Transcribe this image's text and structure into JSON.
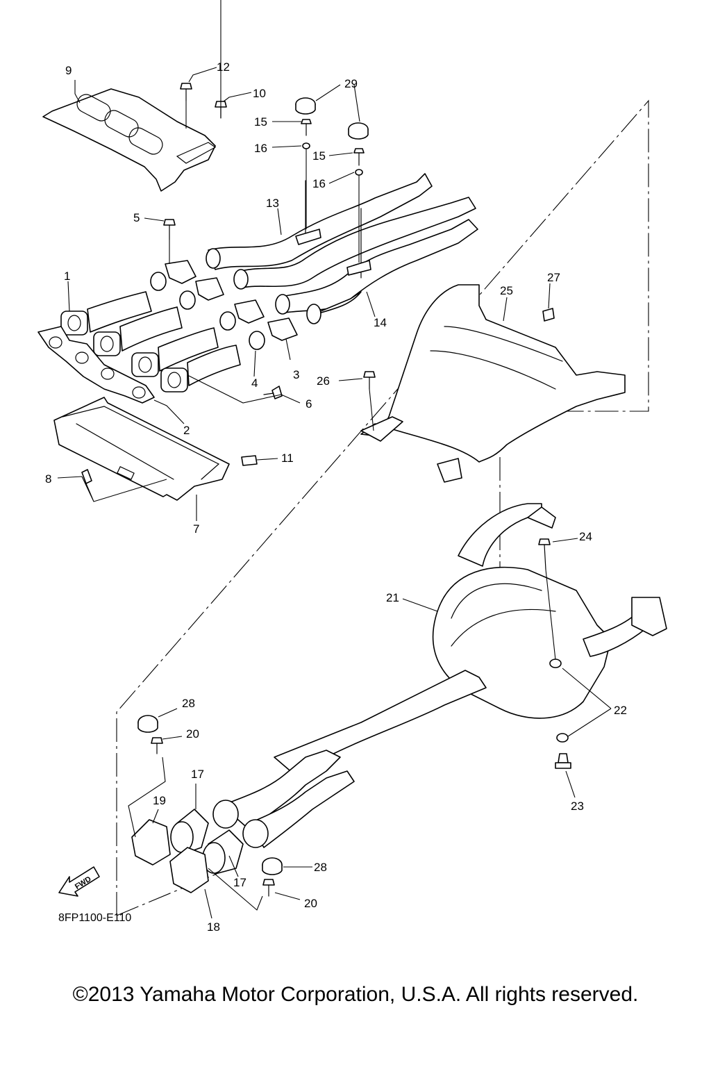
{
  "callouts": {
    "p1": "1",
    "p2": "2",
    "p3": "3",
    "p4": "4",
    "p5": "5",
    "p6": "6",
    "p7": "7",
    "p8": "8",
    "p9": "9",
    "p10": "10",
    "p11": "11",
    "p12": "12",
    "p13": "13",
    "p14": "14",
    "p15a": "15",
    "p15b": "15",
    "p16a": "16",
    "p16b": "16",
    "p17a": "17",
    "p17b": "17",
    "p18": "18",
    "p19": "19",
    "p20a": "20",
    "p20b": "20",
    "p21": "21",
    "p22": "22",
    "p23": "23",
    "p24": "24",
    "p25": "25",
    "p26": "26",
    "p27": "27",
    "p28a": "28",
    "p28b": "28",
    "p29": "29"
  },
  "diagram_code": "8FP1100-E110",
  "fwd_label": "FWD",
  "copyright": "©2013 Yamaha Motor Corporation, U.S.A. All rights reserved."
}
